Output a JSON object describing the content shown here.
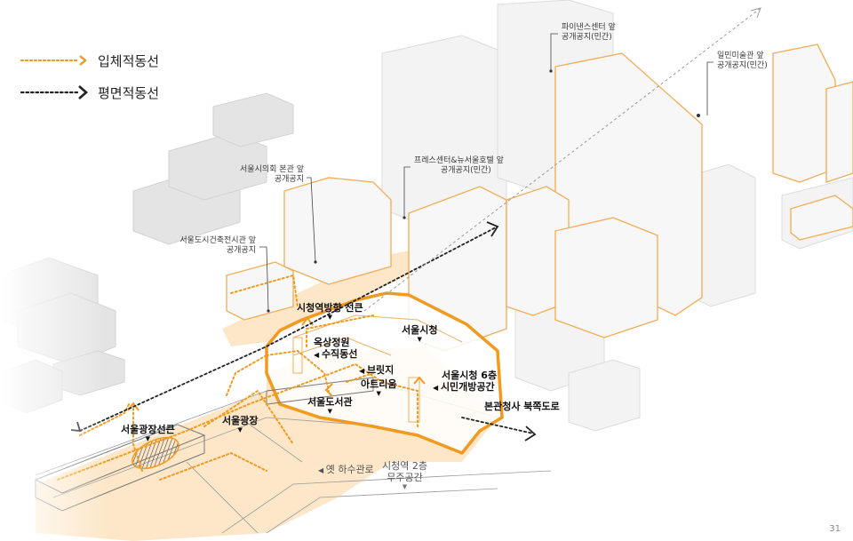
{
  "legend": {
    "items": [
      {
        "label": "입체적동선",
        "color": "#f29a1f"
      },
      {
        "label": "평면적동선",
        "color": "#222222"
      }
    ]
  },
  "callouts": {
    "finance_center": {
      "line1": "파이낸스센터 앞",
      "line2": "공개공지(민간)"
    },
    "ilmin_museum": {
      "line1": "일민미술관 앞",
      "line2": "공개공지(민간)"
    },
    "press_center": {
      "line1": "프레스센터&뉴서울호텔 앞",
      "line2": "공개공지(민간)"
    },
    "council": {
      "line1": "서울시의회 본관 앞",
      "line2": "공개공지"
    },
    "archive": {
      "line1": "서울도시건축전시관 앞",
      "line2": "공개공지"
    }
  },
  "places": {
    "cityhall_station_entry": "시청역방향 선큰",
    "cityhall": "서울시청",
    "roof_garden": {
      "line1": "옥상정원",
      "line2": "수직동선"
    },
    "bridge": "브릿지",
    "atrium": "아트리움",
    "floor6": {
      "line1": "서울시청 6층",
      "line2": "시민개방공간"
    },
    "library": "서울도서관",
    "north_road": "본관청사 북쪽도로",
    "plaza_sunken": "서울광장선큰",
    "plaza": "서울광장",
    "old_sewer": "옛 하수관로",
    "station_b2": {
      "line1": "시청역 2층",
      "line2": "무주공간"
    }
  },
  "colors": {
    "accent": "#f29a1f",
    "site_fill": "#fde7c8",
    "building": "#f4f4f4"
  },
  "page_number": "31"
}
